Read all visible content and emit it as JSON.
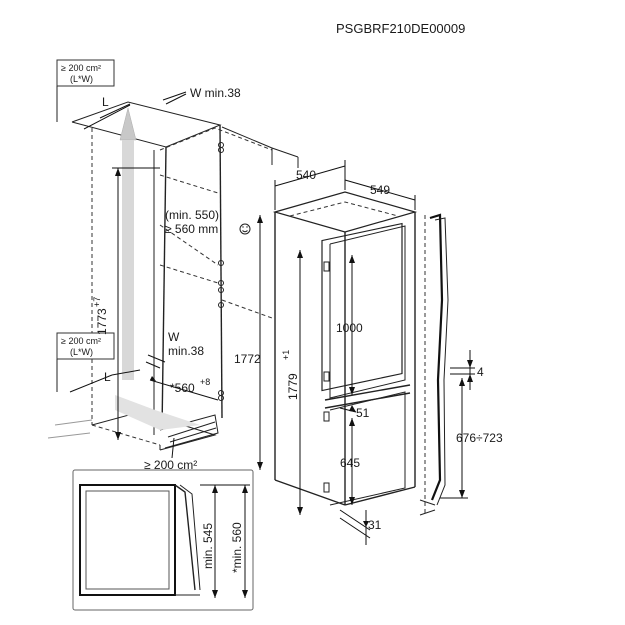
{
  "product_code": "PSGBRF210DE00009",
  "vent_top": {
    "area": "≥ 200 cm²",
    "formula": "(L*W)"
  },
  "vent_bottom": {
    "area": "≥ 200 cm²",
    "formula": "(L*W)"
  },
  "labels": {
    "L_top": "L",
    "W_top": "W min.38",
    "W_mid_1": "W",
    "W_mid_2": "min.38",
    "L_bottom": "L",
    "niche_h": "1773",
    "niche_h_tol": "+7",
    "depth_min_a": "(min. 550)",
    "depth_min_b": "≥ 560 mm",
    "niche_w": "*560",
    "niche_w_tol": "+8",
    "plinth_vent": "≥ 200 cm²",
    "cab_h": "1772",
    "app_h": "1779",
    "app_h_tol": "+1",
    "depth_540": "540",
    "width_549": "549",
    "upper_door": "1000",
    "gap_51": "51",
    "lower_door": "645",
    "gap_31": "31",
    "gap_4": "4",
    "range": "676÷723",
    "min_545": "min. 545",
    "min_560": "*min. 560"
  }
}
